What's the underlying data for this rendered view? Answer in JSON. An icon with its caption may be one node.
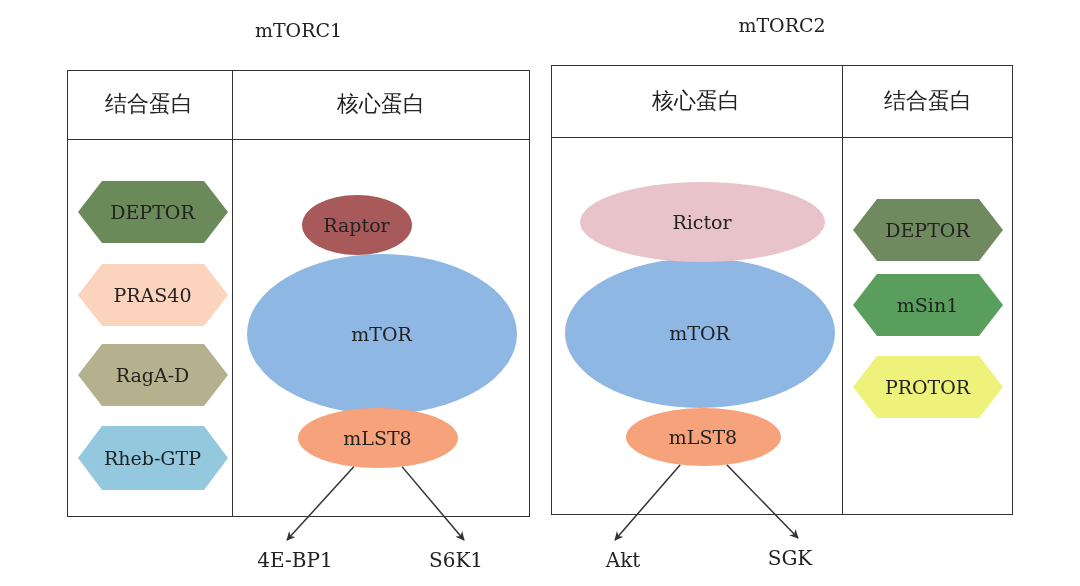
{
  "diagram": {
    "nodes": [
      {
        "text": [
          "mTORC1"
        ]
      },
      {
        "text": [
          "结合蛋白"
        ],
        "in": 0
      },
      {
        "text": [
          "DEPTOR"
        ],
        "in": 1
      },
      {
        "text": [
          "PRAS40"
        ],
        "in": 1
      },
      {
        "text": [
          "RagA-D"
        ],
        "in": 1
      },
      {
        "text": [
          "Rheb-GTP"
        ],
        "in": 1
      },
      {
        "text": [
          "核心蛋白"
        ],
        "in": 0
      },
      {
        "text": [
          "Raptor"
        ],
        "in": 6
      },
      {
        "text": [
          "mTOR"
        ],
        "in": 6
      },
      {
        "text": [
          "mLST8"
        ],
        "in": 6
      },
      {
        "text": [
          "4E-BP1"
        ]
      },
      {
        "text": [
          "S6K1"
        ]
      },
      {
        "text": [
          "mTORC2"
        ]
      },
      {
        "text": [
          "核心蛋白"
        ],
        "in": 12
      },
      {
        "text": [
          "Rictor"
        ],
        "in": 13
      },
      {
        "text": [
          "mTOR"
        ],
        "in": 13
      },
      {
        "text": [
          "mLST8"
        ],
        "in": 13
      },
      {
        "text": [
          "结合蛋白"
        ],
        "in": 12
      },
      {
        "text": [
          "DEPTOR"
        ],
        "in": 17
      },
      {
        "text": [
          "mSin1"
        ],
        "in": 17
      },
      {
        "text": [
          "PROTOR"
        ],
        "in": 17
      },
      {
        "text": [
          "Akt"
        ]
      },
      {
        "text": [
          "SGK"
        ]
      }
    ],
    "edges": [
      {
        "from": 9,
        "to": 10,
        "arrow": "to"
      },
      {
        "from": 9,
        "to": 11,
        "arrow": "to"
      },
      {
        "from": 16,
        "to": 21,
        "arrow": "to"
      },
      {
        "from": 16,
        "to": 22,
        "arrow": "to"
      }
    ]
  }
}
